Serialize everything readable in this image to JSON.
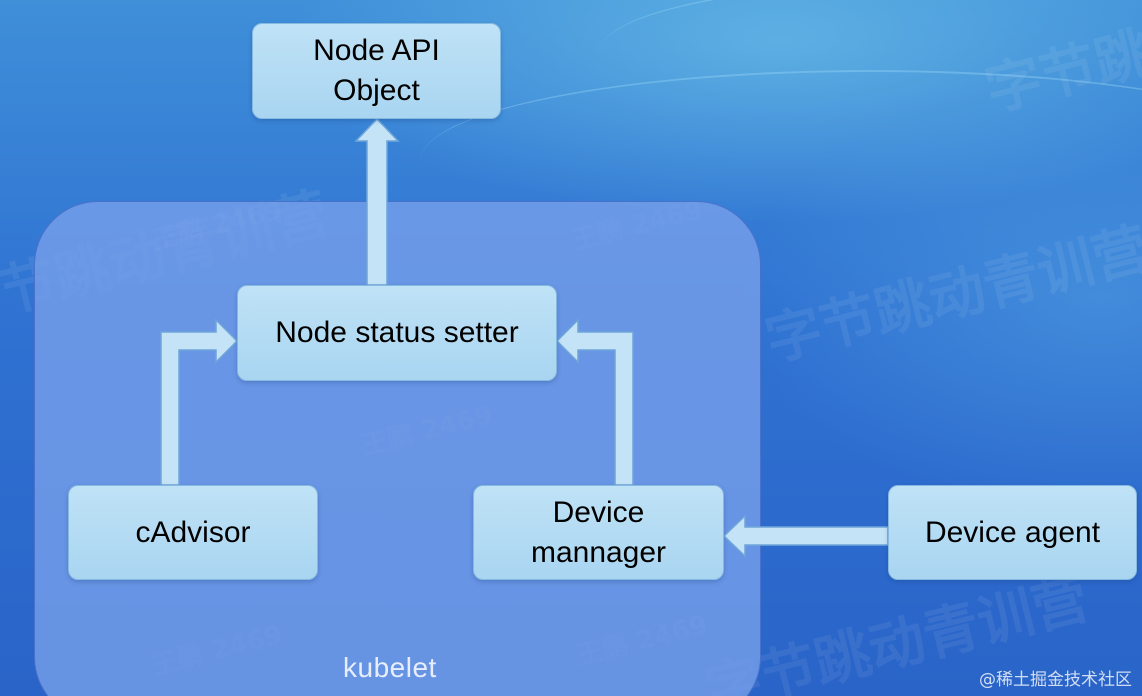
{
  "diagram": {
    "container": {
      "label": "kubelet"
    },
    "nodes": {
      "node_api_object": {
        "line1": "Node API",
        "line2": "Object"
      },
      "node_status_setter": {
        "label": "Node status setter"
      },
      "cadvisor": {
        "label": "cAdvisor"
      },
      "device_manager": {
        "line1": "Device",
        "line2": "mannager"
      },
      "device_agent": {
        "label": "Device agent"
      }
    },
    "edges": [
      {
        "from": "node_status_setter",
        "to": "node_api_object"
      },
      {
        "from": "cadvisor",
        "to": "node_status_setter"
      },
      {
        "from": "device_manager",
        "to": "node_status_setter"
      },
      {
        "from": "device_agent",
        "to": "device_manager"
      }
    ]
  },
  "watermark": {
    "author": "王鹏 2469",
    "brand": "字节跳动青训营"
  },
  "credit": "@稀土掘金技术社区",
  "colors": {
    "background": "#2f72d2",
    "container_fill": "#7aa0eb",
    "box_fill": "#bfe2f6",
    "arrow_fill": "#c4e3f7",
    "arrow_stroke": "#6fa6d8"
  }
}
